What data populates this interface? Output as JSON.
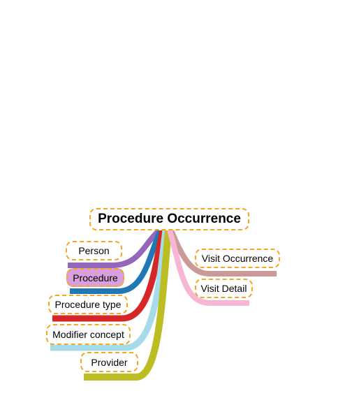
{
  "root": {
    "label": "Procedure Occurrence"
  },
  "left": [
    {
      "label": "Person",
      "color": "#9467bd"
    },
    {
      "label": "Procedure",
      "color": "#1f77b4",
      "fill": "#d8a0dc"
    },
    {
      "label": "Procedure type",
      "color": "#d62728"
    },
    {
      "label": "Modifier concept",
      "color": "#a6dbe8"
    },
    {
      "label": "Provider",
      "color": "#bcbd22"
    }
  ],
  "right": [
    {
      "label": "Visit Occurrence",
      "color": "#c99a97"
    },
    {
      "label": "Visit Detail",
      "color": "#f7b6d2"
    }
  ],
  "node_border_color": "#f5a623"
}
